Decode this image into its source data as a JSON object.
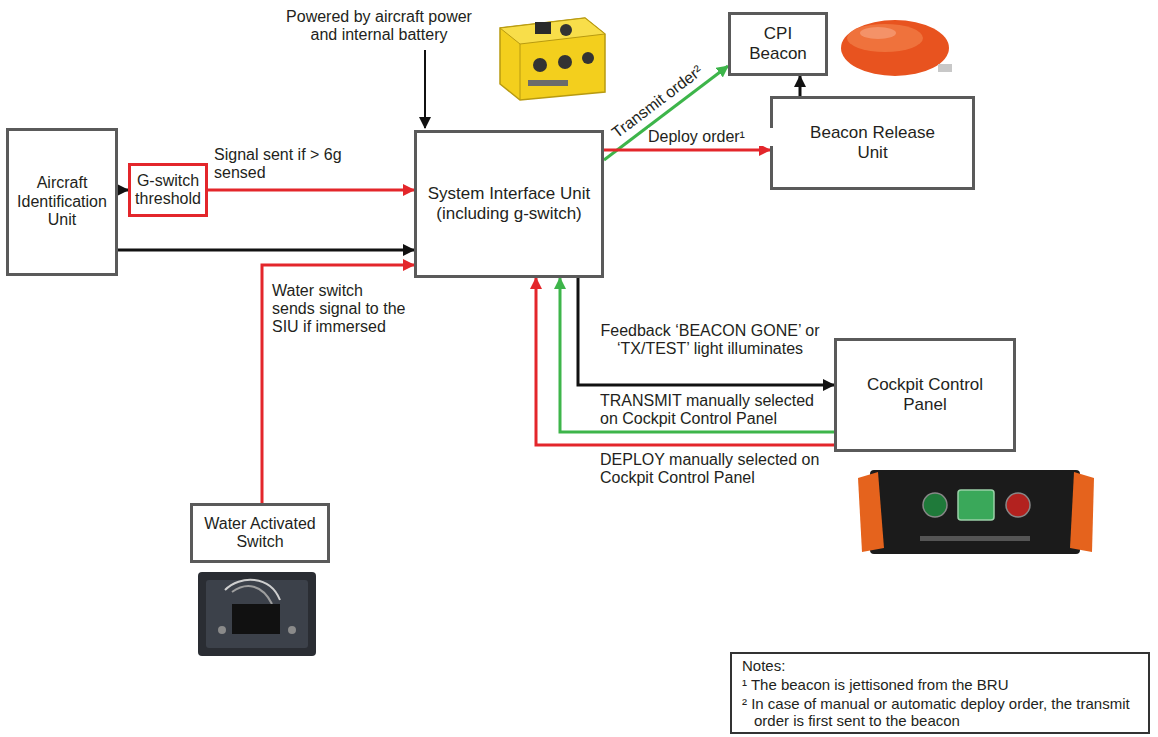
{
  "diagram": {
    "nodes": [
      {
        "text": [
          "Aircraft Identification Unit"
        ]
      },
      {
        "text": [
          "G-switch threshold"
        ]
      },
      {
        "text": [
          "System Interface Unit (including g-switch)"
        ]
      },
      {
        "text": [
          "CPI Beacon"
        ]
      },
      {
        "text": [
          "Beacon Release Unit"
        ]
      },
      {
        "text": [
          "Cockpit Control Panel"
        ]
      },
      {
        "text": [
          "Water Activated Switch"
        ]
      },
      {
        "text": [
          "Notes:",
          "¹ The beacon is jettisoned from the BRU",
          "² In case of manual or automatic deploy order, the transmit order is first sent to the beacon"
        ]
      }
    ],
    "edges": [
      {
        "from": 0,
        "to": 1,
        "arrow": "to"
      },
      {
        "from": 1,
        "to": 2,
        "label": "Signal sent if > 6g sensed",
        "arrow": "to"
      },
      {
        "from": 0,
        "to": 2,
        "arrow": "to"
      },
      {
        "from": 6,
        "to": 2,
        "label": "Water switch sends signal to the SIU if immersed",
        "arrow": "to"
      },
      {
        "from": 2,
        "to": 3,
        "label": "Transmit order²",
        "arrow": "to"
      },
      {
        "from": 2,
        "to": 4,
        "label": "Deploy order¹",
        "arrow": "to"
      },
      {
        "from": 4,
        "to": 3,
        "arrow": "to"
      },
      {
        "from": 2,
        "to": 5,
        "label": "Feedback ‘BEACON GONE’ or ‘TX/TEST’ light illuminates",
        "arrow": "to"
      },
      {
        "from": 5,
        "to": 2,
        "label": "TRANSMIT manually selected on Cockpit Control Panel",
        "arrow": "to"
      },
      {
        "from": 5,
        "to": 2,
        "label": "DEPLOY manually selected on Cockpit Control Panel",
        "arrow": "to"
      }
    ],
    "labels": [
      "Powered by aircraft power and internal battery"
    ]
  }
}
